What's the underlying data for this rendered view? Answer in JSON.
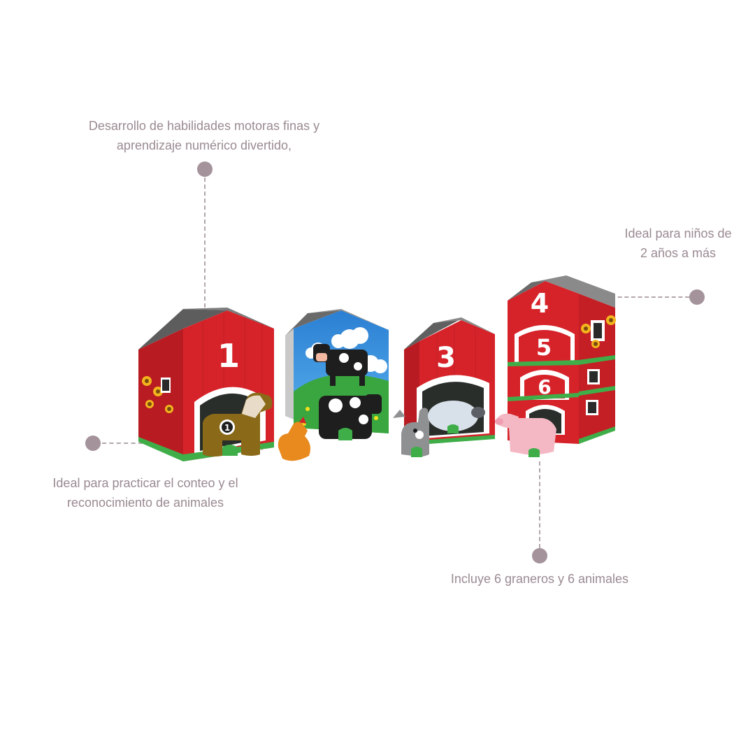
{
  "callouts": {
    "top_left": {
      "line1": "Desarrollo de habilidades motoras finas y",
      "line2": "aprendizaje numérico divertido,"
    },
    "top_right": {
      "line1": "Ideal para niños de",
      "line2": "2 años a más"
    },
    "bottom_left": {
      "line1": "Ideal para practicar el conteo y el",
      "line2": "reconocimiento de animales"
    },
    "bottom_right": {
      "line1": "Incluye 6 graneros y 6 animales"
    }
  },
  "barn_numbers": {
    "barn1": "1",
    "barn3": "3",
    "barn4": "4",
    "barn5": "5",
    "barn6": "6",
    "horse_badge": "1"
  },
  "colors": {
    "text": "#9a8a92",
    "dot": "#a4939b",
    "barn_red": "#d6232a",
    "roof_gray": "#6f6f6f"
  }
}
